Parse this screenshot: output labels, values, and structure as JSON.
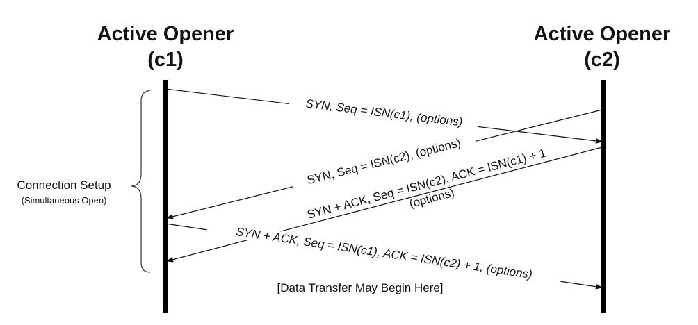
{
  "left_entity": {
    "title": "Active Opener",
    "id": "(c1)"
  },
  "right_entity": {
    "title": "Active Opener",
    "id": "(c2)"
  },
  "messages": [
    {
      "from": "c1",
      "to": "c2",
      "text": "SYN, Seq = ISN(c1), (options)"
    },
    {
      "from": "c2",
      "to": "c1",
      "text": "SYN, Seq = ISN(c2), (options)"
    },
    {
      "from": "c2",
      "to": "c1",
      "text_line1": "SYN + ACK, Seq = ISN(c2), ACK = ISN(c1) + 1",
      "text_line2": "(options)"
    },
    {
      "from": "c1",
      "to": "c2",
      "text": "SYN + ACK, Seq = ISN(c1), ACK = ISN(c2) + 1, (options)"
    }
  ],
  "phase": {
    "label": "Connection Setup",
    "sublabel": "(Simultaneous Open)"
  },
  "note": "[Data Transfer May Begin Here]"
}
